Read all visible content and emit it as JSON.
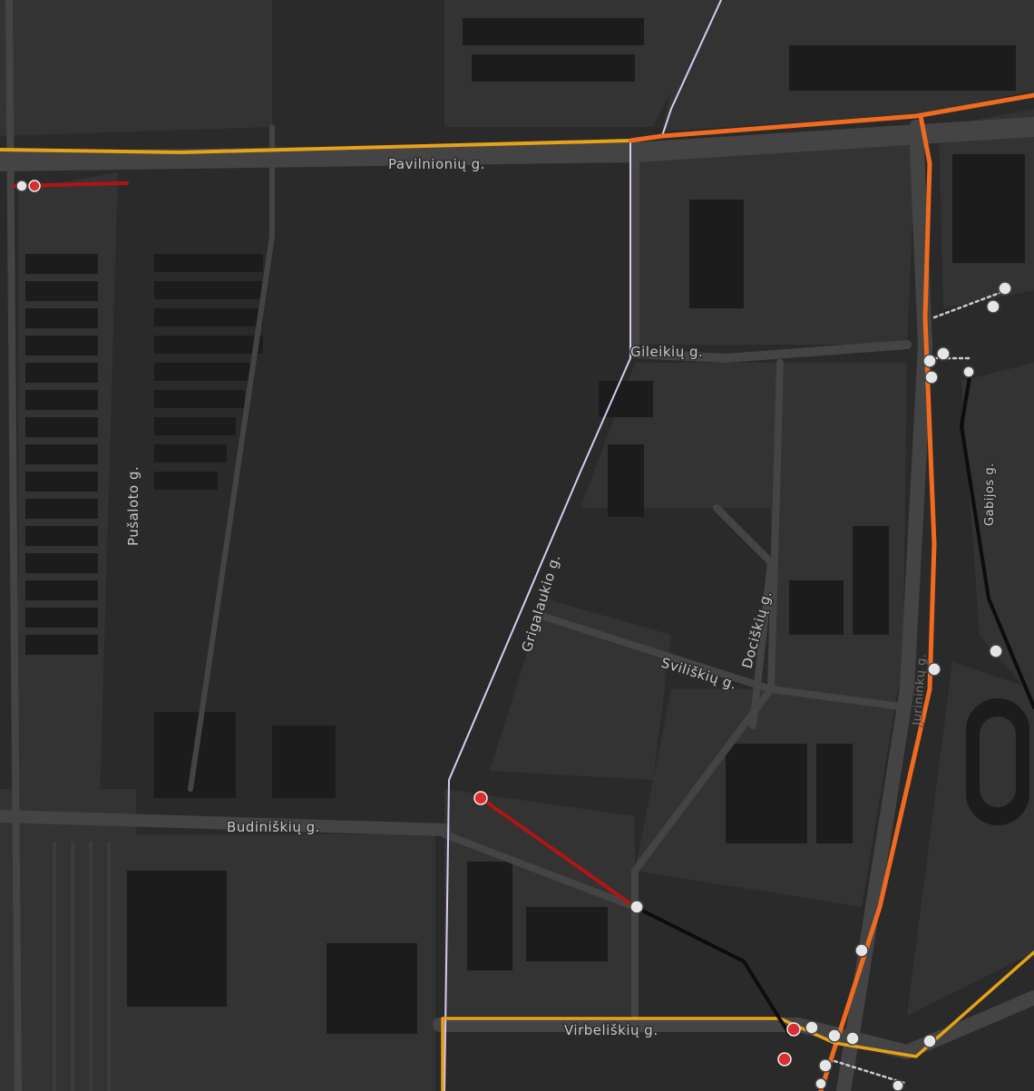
{
  "streets": {
    "pavilnioniu": "Pavilnionių g.",
    "gileikiu": "Gileikių g.",
    "pusaloto": "Pušaloto g.",
    "grigalaukio": "Grigalaukio g.",
    "dociskiu": "Dociškių g.",
    "sviliskiu": "Sviliškių g.",
    "budiniskiu": "Budiniškių g.",
    "virbeliskiu": "Virbeliškių g.",
    "gabijos": "Gabijos g.",
    "jurininku": "Jurininkų g."
  },
  "colors": {
    "background": "#2a2a2a",
    "block": "#333333",
    "building": "#1c1c1c",
    "road": "#444444",
    "route_orange": "#f06a1f",
    "route_yellow": "#e6a218",
    "route_red": "#b21414",
    "route_black": "#0d0d0d",
    "route_lilac": "#dcc8f2",
    "stop_white": "#e6e6e6",
    "stop_red": "#d83030"
  },
  "icons": {
    "bus_stop": "bus-stop-icon",
    "alert_stop": "alert-stop-icon"
  }
}
